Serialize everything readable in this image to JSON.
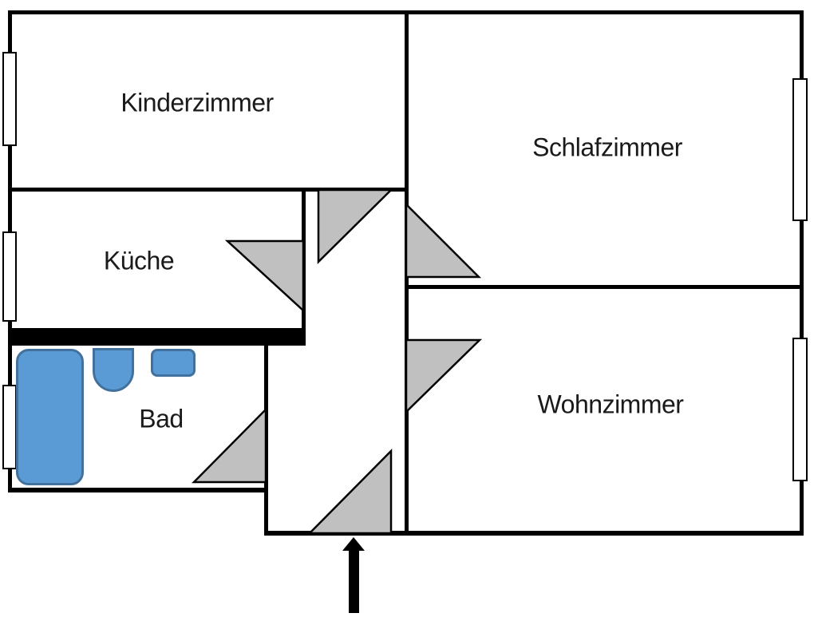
{
  "plan": {
    "rooms": [
      {
        "id": "kinderzimmer",
        "label": "Kinderzimmer"
      },
      {
        "id": "schlafzimmer",
        "label": "Schlafzimmer"
      },
      {
        "id": "kueche",
        "label": "Küche"
      },
      {
        "id": "bad",
        "label": "Bad"
      },
      {
        "id": "wohnzimmer",
        "label": "Wohnzimmer"
      }
    ],
    "colors": {
      "wall": "#000000",
      "door_swing_fill": "#c0c0c0",
      "door_swing_stroke": "#000000",
      "fixture_fill": "#5b9bd5",
      "fixture_stroke": "#41719c",
      "background": "#ffffff",
      "label_text": "#1a1a1a"
    }
  }
}
